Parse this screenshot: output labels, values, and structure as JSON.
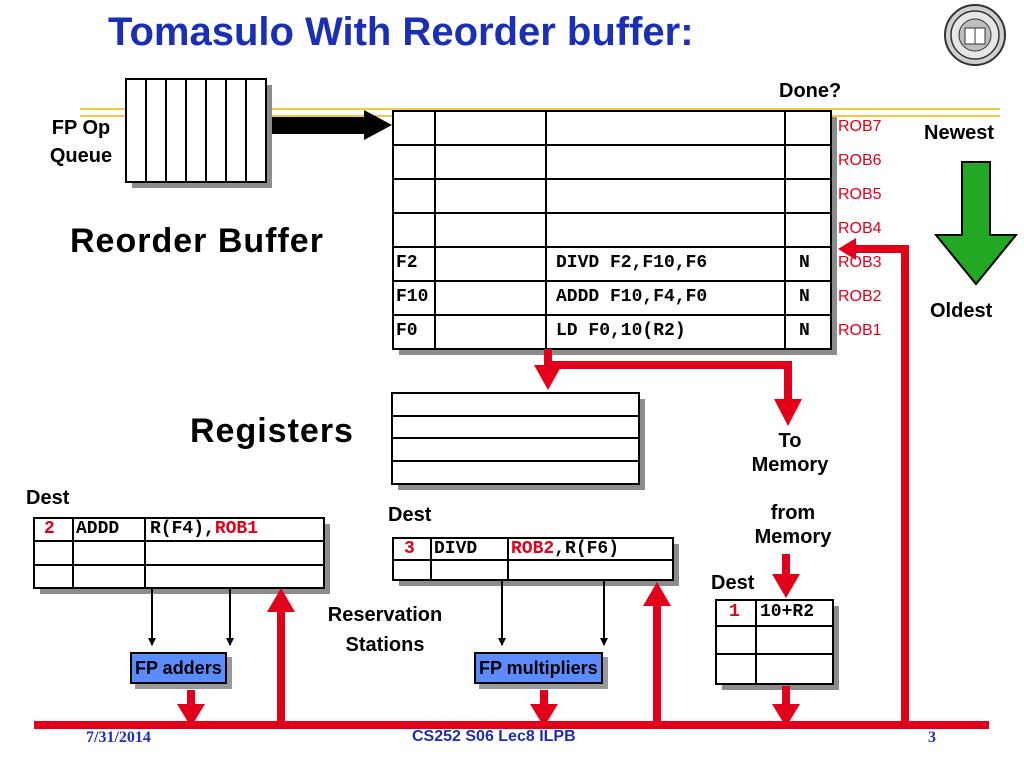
{
  "title": "Tomasulo With Reorder buffer:",
  "fp_op_queue": {
    "line1": "FP Op",
    "line2": "Queue"
  },
  "reorder_buffer": {
    "label": "Reorder Buffer",
    "done_header": "Done?",
    "entries": [
      {
        "tag": "ROB7",
        "dest": "",
        "instr": "",
        "done": ""
      },
      {
        "tag": "ROB6",
        "dest": "",
        "instr": "",
        "done": ""
      },
      {
        "tag": "ROB5",
        "dest": "",
        "instr": "",
        "done": ""
      },
      {
        "tag": "ROB4",
        "dest": "",
        "instr": "",
        "done": ""
      },
      {
        "tag": "ROB3",
        "dest": "F2",
        "instr": "DIVD F2,F10,F6",
        "done": "N"
      },
      {
        "tag": "ROB2",
        "dest": "F10",
        "instr": "ADDD F10,F4,F0",
        "done": "N"
      },
      {
        "tag": "ROB1",
        "dest": "F0",
        "instr": "LD F0,10(R2)",
        "done": "N"
      }
    ]
  },
  "order_arrow": {
    "newest": "Newest",
    "oldest": "Oldest"
  },
  "registers": {
    "label": "Registers"
  },
  "to_memory": {
    "line1": "To",
    "line2": "Memory"
  },
  "from_memory": {
    "line1": "from",
    "line2": "Memory"
  },
  "adder_rs": {
    "dest_label": "Dest",
    "num": "2",
    "op": "ADDD",
    "arg1": "R(F4),",
    "arg2": "ROB1"
  },
  "mult_rs": {
    "dest_label": "Dest",
    "num": "3",
    "op": "DIVD",
    "arg1": "ROB2",
    "arg2": ",R(F6)"
  },
  "load_buffer": {
    "dest_label": "Dest",
    "num": "1",
    "addr": "10+R2"
  },
  "reservation_stations": {
    "line1": "Reservation",
    "line2": "Stations"
  },
  "fp_adders": "FP adders",
  "fp_multipliers": "FP multipliers",
  "footer": {
    "date": "7/31/2014",
    "course": "CS252 S06 Lec8 ILPB",
    "page": "3"
  },
  "colors": {
    "title": "#1a2fb5",
    "bus": "#e3001b",
    "unit_fill": "#5b8cff",
    "arrow_green": "#22a822",
    "footer": "#1a2fb5"
  }
}
